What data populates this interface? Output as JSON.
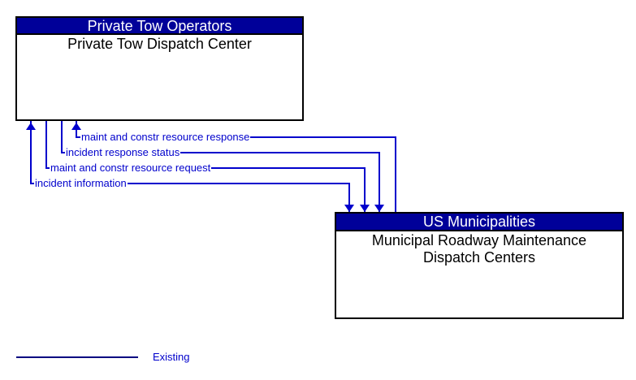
{
  "entities": [
    {
      "header": "Private Tow Operators",
      "body": "Private Tow Dispatch Center"
    },
    {
      "header": "US Municipalities",
      "body": "Municipal Roadway Maintenance Dispatch Centers"
    }
  ],
  "flows": [
    {
      "label": "maint and constr resource response",
      "from": "US Municipalities",
      "to": "Private Tow Operators",
      "direction": "into-private-tow-operators",
      "status": "Existing"
    },
    {
      "label": "incident response status",
      "from": "Private Tow Operators",
      "to": "US Municipalities",
      "direction": "into-us-municipalities",
      "status": "Existing"
    },
    {
      "label": "maint and constr resource request",
      "from": "Private Tow Operators",
      "to": "US Municipalities",
      "direction": "into-us-municipalities",
      "status": "Existing"
    },
    {
      "label": "incident information",
      "from": "Private Tow Operators",
      "to": "US Municipalities",
      "direction": "bidirectional",
      "status": "Existing"
    }
  ],
  "legend": {
    "label": "Existing"
  },
  "colors": {
    "flow_line": "#0000CC",
    "header_background": "#000099",
    "header_text": "#FFFFFF",
    "body_text": "#000000",
    "legend_line": "#000080",
    "border": "#000000",
    "background": "#FFFFFF"
  }
}
